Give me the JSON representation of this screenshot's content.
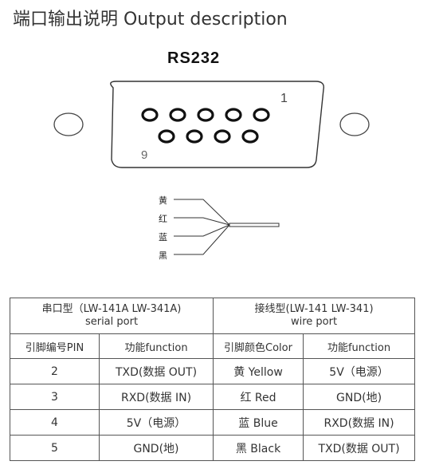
{
  "title": "端口输出说明 Output description",
  "connector": {
    "label": "RS232",
    "pin_first": "1",
    "pin_last": "9"
  },
  "wires": [
    "黄",
    "红",
    "蓝",
    "黑"
  ],
  "table": {
    "group_headers": [
      {
        "line1": "串口型（LW-141A LW-341A)",
        "line2": "serial port"
      },
      {
        "line1": "接线型(LW-141 LW-341)",
        "line2": "wire port"
      }
    ],
    "columns": [
      "引脚编号PIN",
      "功能function",
      "引脚颜色Color",
      "功能function"
    ],
    "rows": [
      [
        "2",
        "TXD(数据 OUT)",
        "黄 Yellow",
        "5V（电源）"
      ],
      [
        "3",
        "RXD(数据 IN)",
        "红 Red",
        "GND(地)"
      ],
      [
        "4",
        "5V（电源）",
        "蓝 Blue",
        "RXD(数据 IN)"
      ],
      [
        "5",
        "GND(地)",
        "黑 Black",
        "TXD(数据 OUT)"
      ]
    ]
  }
}
